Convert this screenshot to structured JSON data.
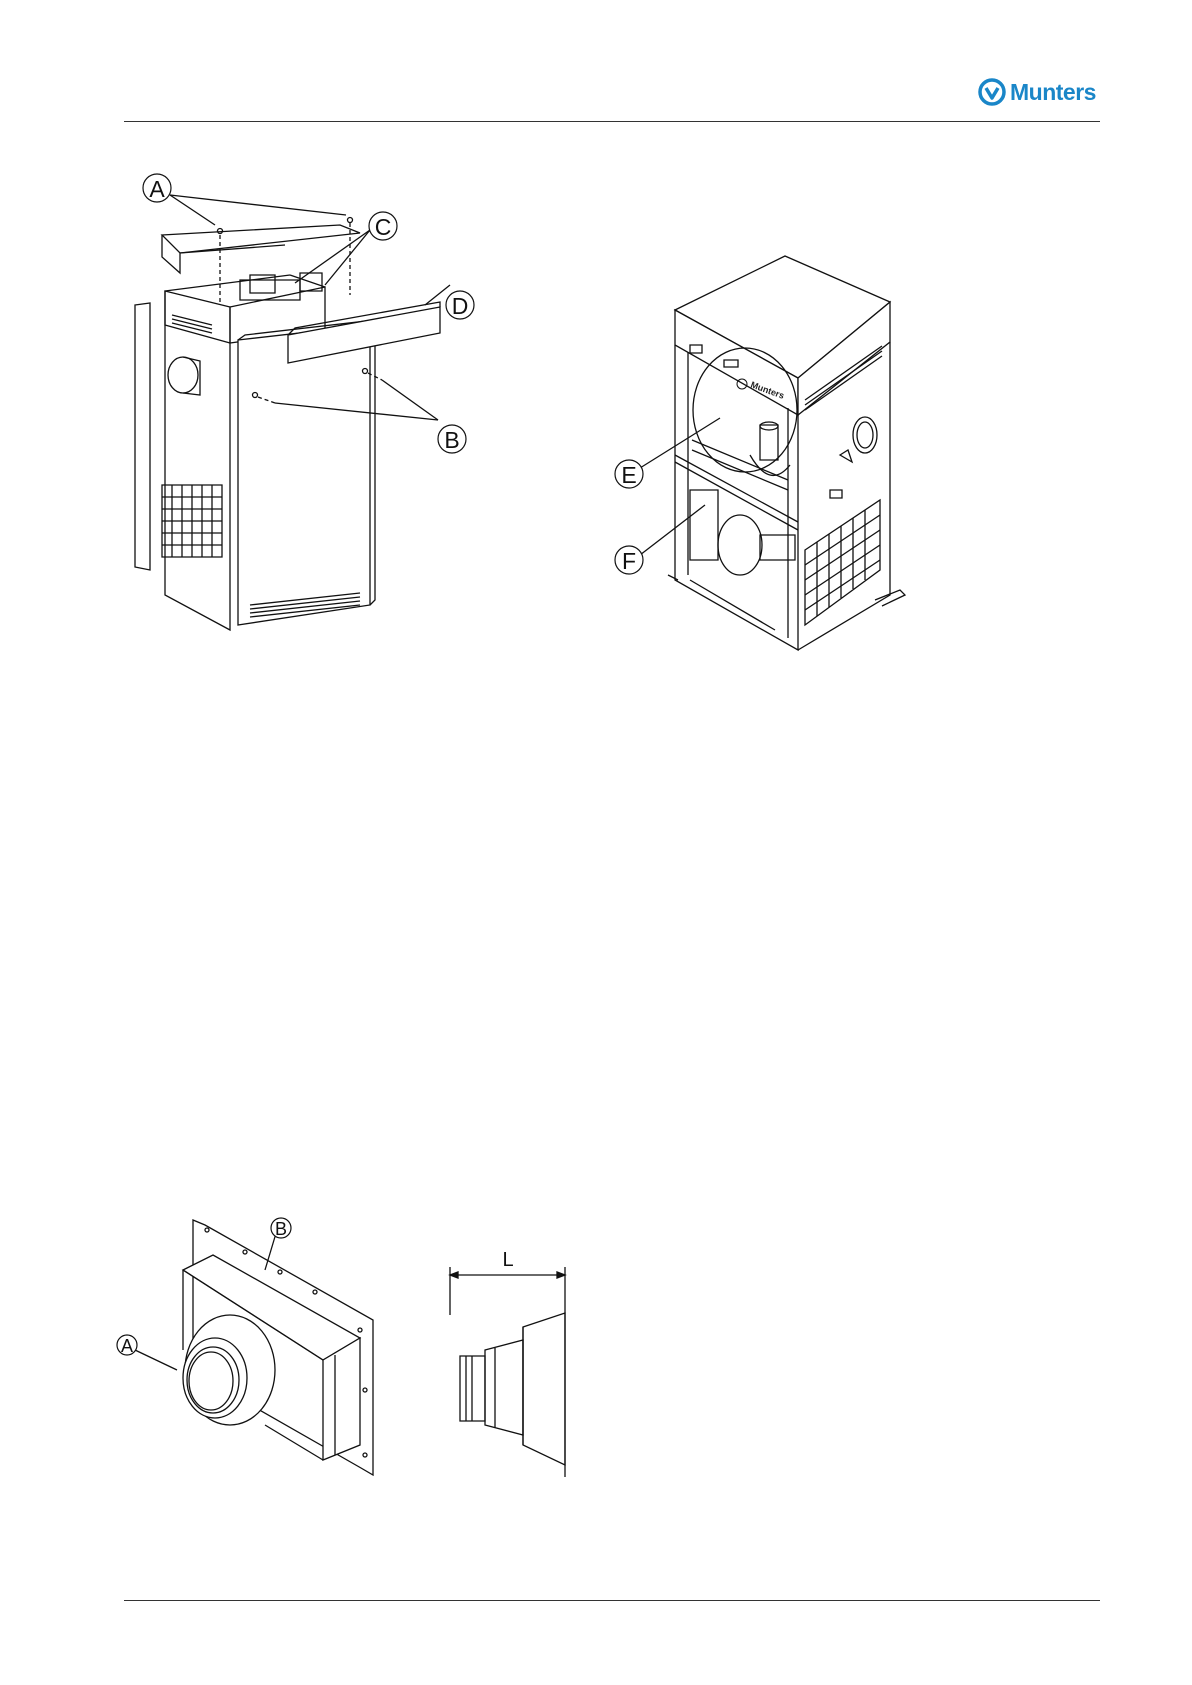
{
  "header": {
    "logo_text": "Munters",
    "brand_color": "#1a86c8"
  },
  "figure1": {
    "callouts": [
      "A",
      "B",
      "C",
      "D"
    ]
  },
  "figure2": {
    "callouts": [
      "E",
      "F"
    ],
    "brand_plate": "Munters"
  },
  "figure3": {
    "callouts": [
      "A",
      "B"
    ]
  },
  "figure4": {
    "dimension_label": "L"
  }
}
